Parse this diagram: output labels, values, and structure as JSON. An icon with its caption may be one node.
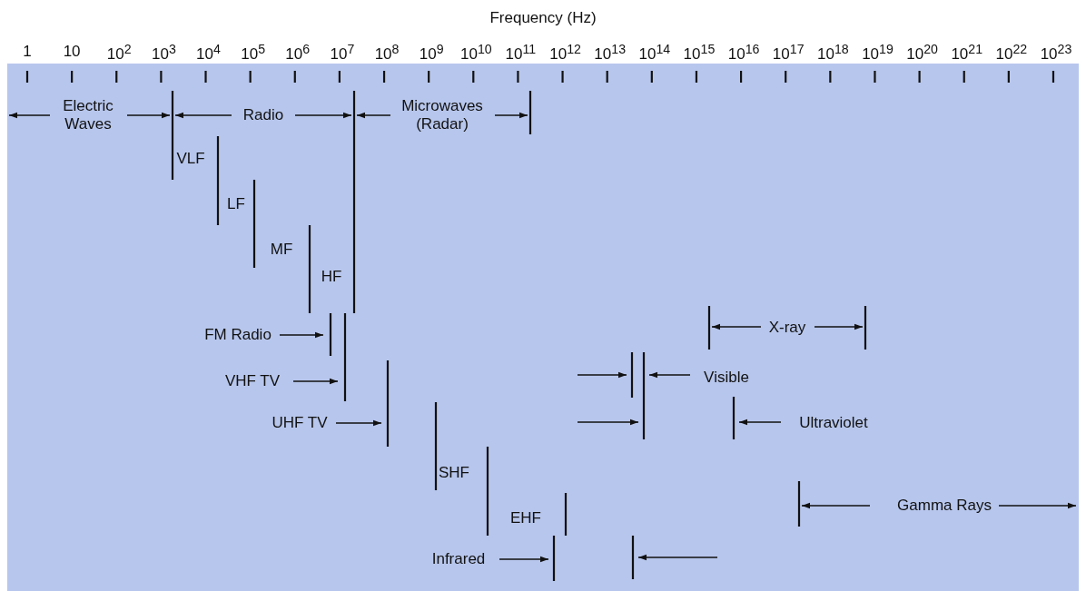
{
  "diagram": {
    "title": "Frequency (Hz)",
    "labels": [
      "1",
      "10",
      "10$^{2}$",
      "10$^{3}$",
      "10$^{4}$",
      "10$^{5}$",
      "10$^{6}$",
      "10$^{7}$",
      "10$^{8}$",
      "10$^{9}$",
      "10$^{10}$",
      "10$^{11}$",
      "10$^{12}$",
      "10$^{13}$",
      "10$^{14}$",
      "10$^{15}$",
      "10$^{16}$",
      "10$^{17}$",
      "10$^{18}$",
      "10$^{19}$",
      "10$^{20}$",
      "10$^{21}$",
      "10$^{22}$",
      "10$^{23}$",
      "Electric Waves",
      "Radio",
      "Microwaves (Radar)",
      "VLF",
      "LF",
      "MF",
      "HF",
      "X-ray",
      "FM Radio",
      "VHF TV",
      "Visible",
      "UHF TV",
      "Ultraviolet",
      "SHF",
      "Gamma Rays",
      "EHF",
      "Infrared"
    ]
  }
}
